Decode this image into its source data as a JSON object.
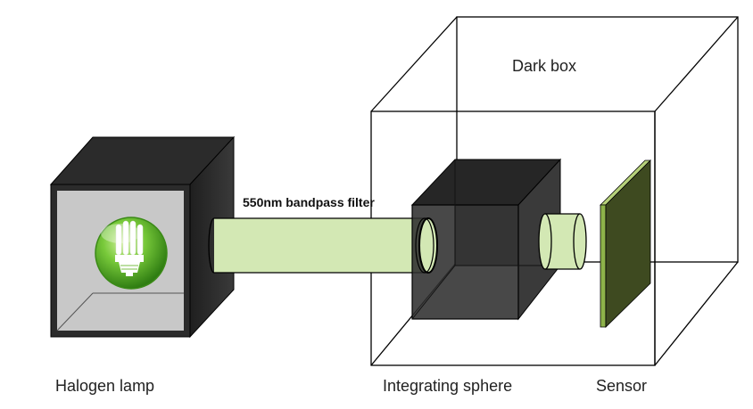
{
  "labels": {
    "dark_box": "Dark box",
    "filter": "550nm bandpass filter",
    "halogen_lamp": "Halogen lamp",
    "integrating_sphere": "Integrating sphere",
    "sensor": "Sensor"
  },
  "colors": {
    "lamp_box_dark": "#2b2b2b",
    "lamp_box_face": "#c8c8c8",
    "tube_fill": "#d3e8b4",
    "sphere_dark": "#2f2f2f",
    "sensor_green": "#8db24a",
    "sensor_dark": "#3e4a20",
    "bulb_green": "#5bb52a",
    "outline": "#000000"
  },
  "icons": {
    "lamp": "bulb-icon"
  }
}
